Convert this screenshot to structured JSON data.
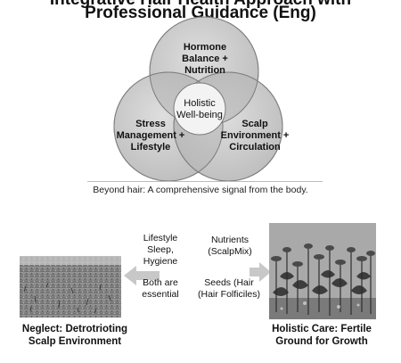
{
  "title_partial": "Integrative Hair Health Approach with",
  "title": "Professional Guidance (Eng)",
  "venn": {
    "top": [
      "Hormone",
      "Balance +",
      "Nutrition"
    ],
    "left": [
      "Stress",
      "Management +",
      "Lifestyle"
    ],
    "right": [
      "Scalp",
      "Environment +",
      "Circulation"
    ],
    "center": [
      "Holistic",
      "Well-being"
    ]
  },
  "caption": "Beyond hair: A comprehensive signal from the body.",
  "middle": {
    "lifestyle": [
      "Lifestyle",
      "Sleep,",
      "Hygiene"
    ],
    "both": [
      "Both are",
      "essential"
    ],
    "nutrients": [
      "Nutrients",
      "(ScalpMix)"
    ],
    "seeds": [
      "Seeds (Hair",
      "(Hair Folficiles)"
    ]
  },
  "left_caption": [
    "Neglect: Detrotrioting",
    "Scalp Environment"
  ],
  "right_caption": [
    "Holistic Care: Fertile",
    "Ground for Growth"
  ],
  "colors": {
    "circle_fill": "#c9c9c9",
    "circle_stroke": "#8a8a8a",
    "overlap": "#b4b4b4"
  }
}
